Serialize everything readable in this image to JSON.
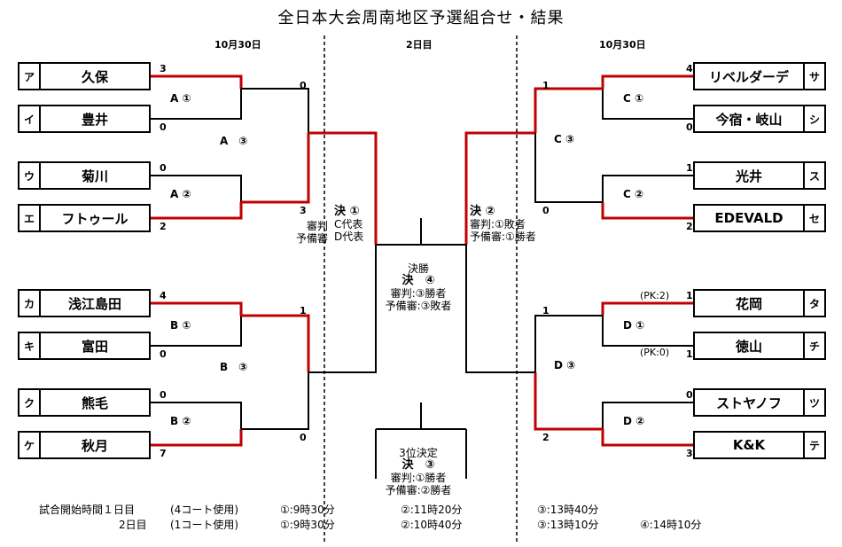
{
  "title": "全日本大会周南地区予選組合せ・結果",
  "days": {
    "left": "10月30日",
    "center": "2日目",
    "right": "10月30日"
  },
  "teams": {
    "a": {
      "code": "ア",
      "name": "久保"
    },
    "i": {
      "code": "イ",
      "name": "豊井"
    },
    "u": {
      "code": "ウ",
      "name": "菊川"
    },
    "e": {
      "code": "エ",
      "name": "フトゥール"
    },
    "ka": {
      "code": "カ",
      "name": "浅江島田"
    },
    "ki": {
      "code": "キ",
      "name": "富田"
    },
    "ku": {
      "code": "ク",
      "name": "熊毛"
    },
    "ke": {
      "code": "ケ",
      "name": "秋月"
    },
    "sa": {
      "code": "サ",
      "name": "リベルダーデ"
    },
    "shi": {
      "code": "シ",
      "name": "今宿・岐山"
    },
    "su": {
      "code": "ス",
      "name": "光井"
    },
    "se": {
      "code": "セ",
      "name": "EDEVALD"
    },
    "ta": {
      "code": "タ",
      "name": "花岡"
    },
    "chi": {
      "code": "チ",
      "name": "徳山"
    },
    "tsu": {
      "code": "ツ",
      "name": "ストヤノフ"
    },
    "te": {
      "code": "テ",
      "name": "K&K"
    }
  },
  "matches": {
    "a1": "A ①",
    "a2": "A ②",
    "a3": "A　③",
    "b1": "B ①",
    "b2": "B ②",
    "b3": "B　③",
    "c1": "C ①",
    "c2": "C ②",
    "c3": "C ③",
    "d1": "D ①",
    "d2": "D ②",
    "d3": "D ③"
  },
  "scores": {
    "a": "3",
    "i": "0",
    "u": "0",
    "e": "2",
    "a1w": "0",
    "a2w": "3",
    "ka": "4",
    "ki": "0",
    "ku": "0",
    "ke": "7",
    "b1w": "1",
    "b2w": "0",
    "sa": "4",
    "shi": "0",
    "su": "1",
    "se": "2",
    "c1w": "1",
    "c2w": "0",
    "ta": "1",
    "chi": "1",
    "tsu": "0",
    "te": "3",
    "d1w": "1",
    "d2w": "2"
  },
  "pk": {
    "ta": "(PK:2)",
    "chi": "(PK:0)"
  },
  "referee_a3": {
    "l1": "審判",
    "l2": "予備審"
  },
  "final1": {
    "title": "決 ①",
    "l1": "C代表",
    "l2": "D代表"
  },
  "final2": {
    "title": "決 ②",
    "l1": "審判:①敗者",
    "l2": "予備審:①勝者"
  },
  "final4": {
    "head": "決勝",
    "title": "決　④",
    "l1": "審判:③勝者",
    "l2": "予備審:③敗者"
  },
  "final3": {
    "head": "3位決定",
    "title": "決　③",
    "l1": "審判:①勝者",
    "l2": "予備審:②勝者"
  },
  "schedule": {
    "row1": {
      "label": "試合開始時間１日目",
      "courts": "(4コート使用)",
      "t1": "①:9時30分",
      "t2": "②:11時20分",
      "t3": "③:13時40分",
      "t4": ""
    },
    "row2": {
      "label": "2日目",
      "courts": "(1コート使用)",
      "t1": "①:9時30分",
      "t2": "②:10時40分",
      "t3": "③:13時10分",
      "t4": "④:14時10分"
    }
  },
  "colors": {
    "win": "#c00000",
    "line": "#000000"
  }
}
